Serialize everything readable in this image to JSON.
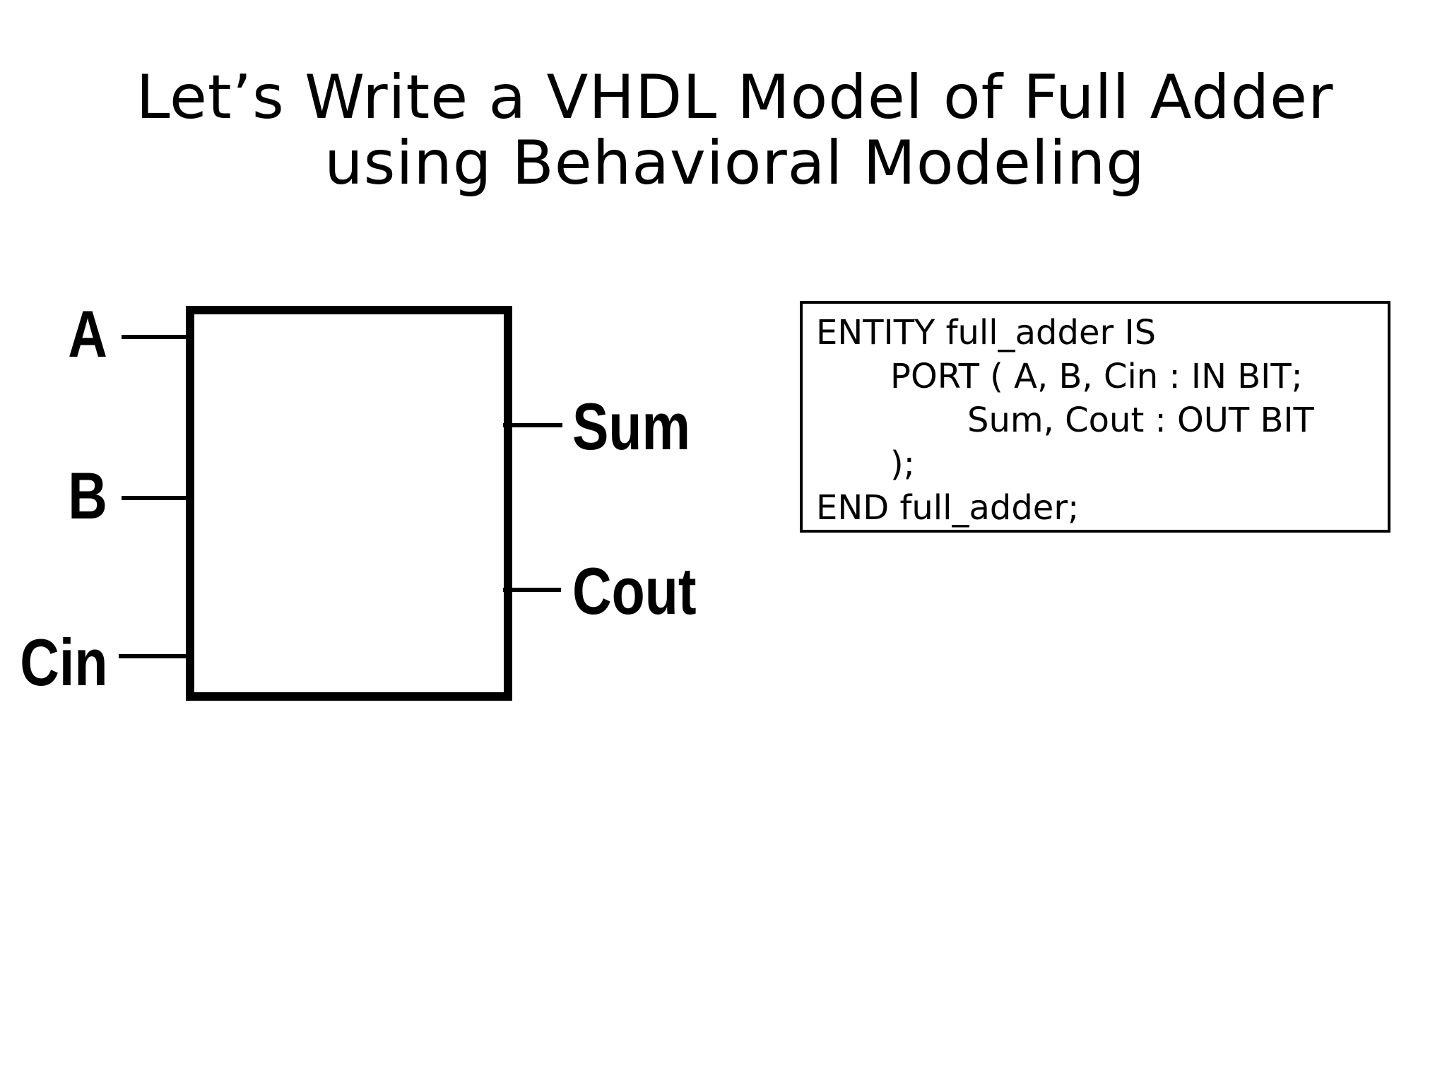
{
  "title": {
    "line1": "Let’s Write a VHDL Model of Full Adder",
    "line2": "using Behavioral Modeling"
  },
  "block": {
    "inputs": [
      "A",
      "B",
      "Cin"
    ],
    "outputs": [
      "Sum",
      "Cout"
    ]
  },
  "code": {
    "lines": [
      "ENTITY full_adder IS",
      "PORT ( A, B, Cin : IN BIT;",
      "Sum, Cout : OUT BIT",
      ");",
      "END full_adder;"
    ]
  }
}
